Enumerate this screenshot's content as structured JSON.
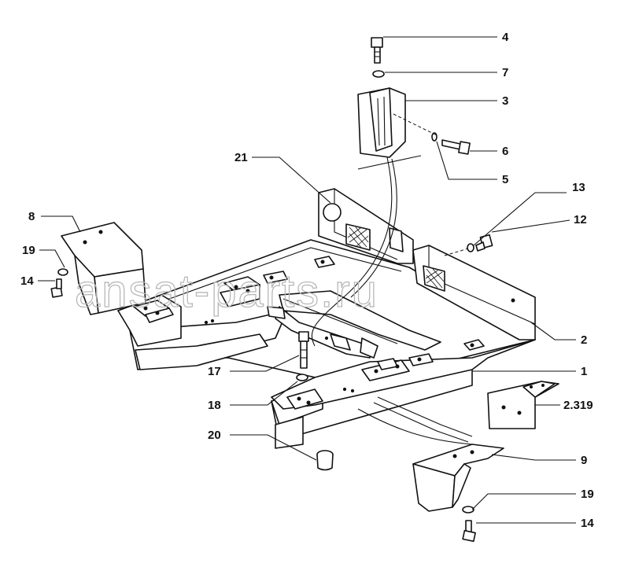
{
  "watermark": "ansat-parts.ru",
  "callouts": [
    {
      "id": "c4",
      "label": "4"
    },
    {
      "id": "c7",
      "label": "7"
    },
    {
      "id": "c3",
      "label": "3"
    },
    {
      "id": "c6",
      "label": "6"
    },
    {
      "id": "c5",
      "label": "5"
    },
    {
      "id": "c21",
      "label": "21"
    },
    {
      "id": "c13",
      "label": "13"
    },
    {
      "id": "c12",
      "label": "12"
    },
    {
      "id": "c8",
      "label": "8"
    },
    {
      "id": "c19a",
      "label": "19"
    },
    {
      "id": "c14a",
      "label": "14"
    },
    {
      "id": "c2",
      "label": "2"
    },
    {
      "id": "c1",
      "label": "1"
    },
    {
      "id": "c17",
      "label": "17"
    },
    {
      "id": "c18",
      "label": "18"
    },
    {
      "id": "c2319",
      "label": "2.319"
    },
    {
      "id": "c20",
      "label": "20"
    },
    {
      "id": "c9",
      "label": "9"
    },
    {
      "id": "c19b",
      "label": "19"
    },
    {
      "id": "c14b",
      "label": "14"
    }
  ]
}
